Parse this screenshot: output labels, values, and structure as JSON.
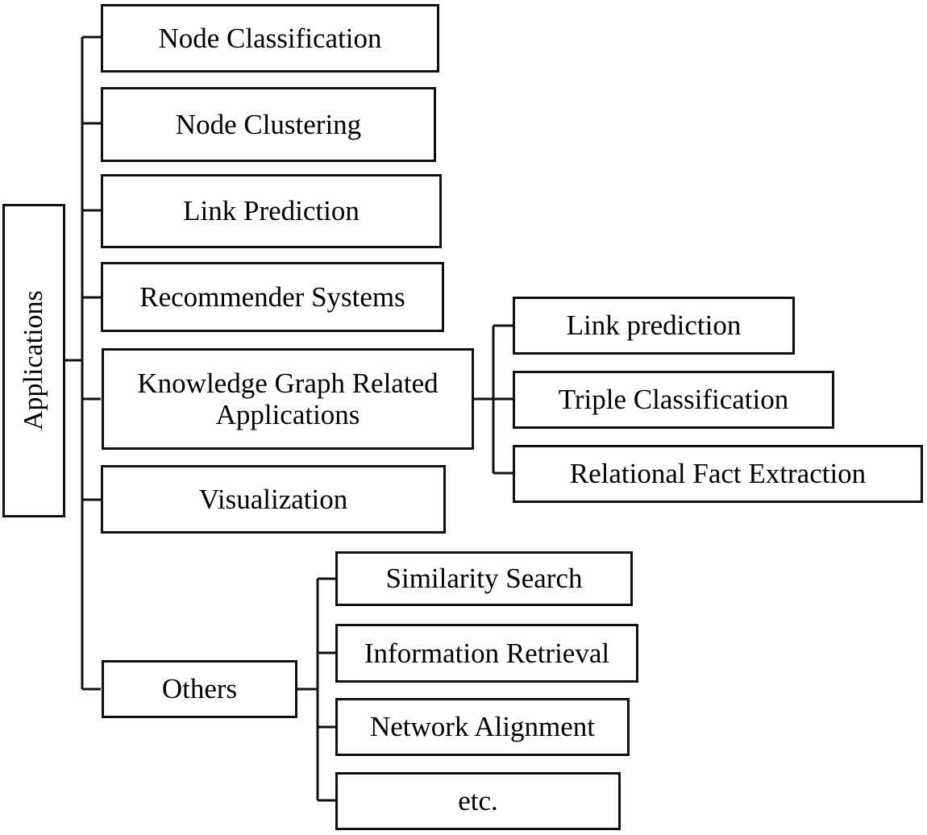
{
  "diagram": {
    "title": "Applications taxonomy tree",
    "orientation": "left-to-right",
    "background_color": "#ffffff",
    "line_color": "#111111",
    "box_border_color": "#111111",
    "text_color": "#000000"
  },
  "root": {
    "label": "Applications",
    "rotated": true
  },
  "level1": [
    {
      "id": "node-classification",
      "label": "Node Classification"
    },
    {
      "id": "node-clustering",
      "label": "Node Clustering"
    },
    {
      "id": "link-prediction",
      "label": "Link Prediction"
    },
    {
      "id": "recommender-systems",
      "label": "Recommender Systems"
    },
    {
      "id": "knowledge-graph-related",
      "label": "Knowledge Graph Related\nApplications"
    },
    {
      "id": "visualization",
      "label": "Visualization"
    },
    {
      "id": "others",
      "label": "Others"
    }
  ],
  "kg_children": [
    {
      "id": "kg-link-prediction",
      "label": "Link prediction"
    },
    {
      "id": "kg-triple-classification",
      "label": "Triple Classification"
    },
    {
      "id": "kg-relational-fact",
      "label": "Relational Fact Extraction"
    }
  ],
  "others_children": [
    {
      "id": "others-similarity-search",
      "label": "Similarity Search"
    },
    {
      "id": "others-information-retrieval",
      "label": "Information Retrieval"
    },
    {
      "id": "others-network-alignment",
      "label": "Network Alignment"
    },
    {
      "id": "others-etc",
      "label": "etc."
    }
  ]
}
